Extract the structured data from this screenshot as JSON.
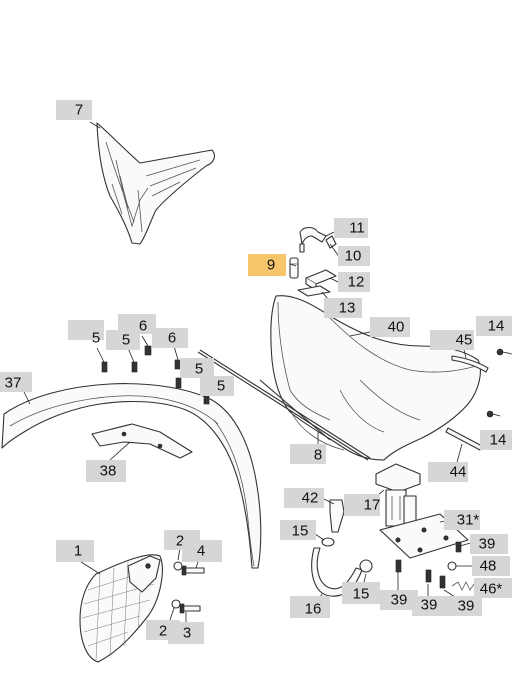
{
  "callouts": [
    {
      "id": "c-7",
      "label": "7",
      "highlight": false
    },
    {
      "id": "c-11",
      "label": "11",
      "highlight": false
    },
    {
      "id": "c-9",
      "label": "9",
      "highlight": true
    },
    {
      "id": "c-10",
      "label": "10",
      "highlight": false
    },
    {
      "id": "c-12",
      "label": "12",
      "highlight": false
    },
    {
      "id": "c-13",
      "label": "13",
      "highlight": false
    },
    {
      "id": "c-40",
      "label": "40",
      "highlight": false
    },
    {
      "id": "c-45",
      "label": "45",
      "highlight": false
    },
    {
      "id": "c-14a",
      "label": "14",
      "highlight": false
    },
    {
      "id": "c-14b",
      "label": "14",
      "highlight": false
    },
    {
      "id": "c-5a",
      "label": "5",
      "highlight": false
    },
    {
      "id": "c-6a",
      "label": "6",
      "highlight": false
    },
    {
      "id": "c-5b",
      "label": "5",
      "highlight": false
    },
    {
      "id": "c-6b",
      "label": "6",
      "highlight": false
    },
    {
      "id": "c-5c",
      "label": "5",
      "highlight": false
    },
    {
      "id": "c-5d",
      "label": "5",
      "highlight": false
    },
    {
      "id": "c-37",
      "label": "37",
      "highlight": false
    },
    {
      "id": "c-38",
      "label": "38",
      "highlight": false
    },
    {
      "id": "c-8",
      "label": "8",
      "highlight": false
    },
    {
      "id": "c-44",
      "label": "44",
      "highlight": false
    },
    {
      "id": "c-42",
      "label": "42",
      "highlight": false
    },
    {
      "id": "c-17",
      "label": "17",
      "highlight": false
    },
    {
      "id": "c-31",
      "label": "31*",
      "highlight": false
    },
    {
      "id": "c-15a",
      "label": "15",
      "highlight": false
    },
    {
      "id": "c-39a",
      "label": "39",
      "highlight": false
    },
    {
      "id": "c-48",
      "label": "48",
      "highlight": false
    },
    {
      "id": "c-46",
      "label": "46*",
      "highlight": false
    },
    {
      "id": "c-1",
      "label": "1",
      "highlight": false
    },
    {
      "id": "c-2a",
      "label": "2",
      "highlight": false
    },
    {
      "id": "c-4",
      "label": "4",
      "highlight": false
    },
    {
      "id": "c-15b",
      "label": "15",
      "highlight": false
    },
    {
      "id": "c-16",
      "label": "16",
      "highlight": false
    },
    {
      "id": "c-39b",
      "label": "39",
      "highlight": false
    },
    {
      "id": "c-39c",
      "label": "39",
      "highlight": false
    },
    {
      "id": "c-39d",
      "label": "39",
      "highlight": false
    },
    {
      "id": "c-2b",
      "label": "2",
      "highlight": false
    },
    {
      "id": "c-3",
      "label": "3",
      "highlight": false
    }
  ]
}
